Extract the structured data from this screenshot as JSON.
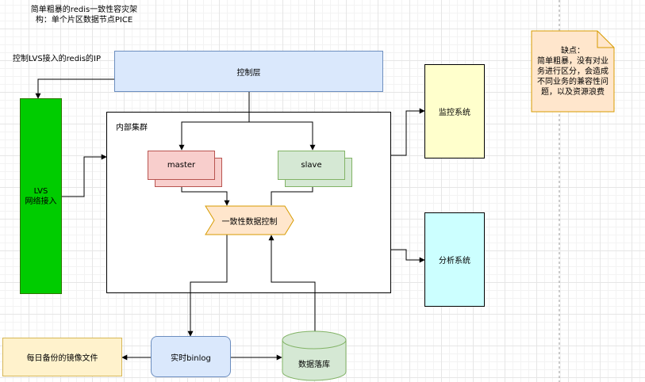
{
  "title": "简单粗暴的redis一致性容灾架\n构：单个片区数据节点PICE",
  "lvs_ip_label": "控制LVS接入的redis的IP",
  "nodes": {
    "control_layer": "控制层",
    "lvs": "LVS\n网络接入",
    "inner_cluster": "内部集群",
    "master": "master",
    "slave": "slave",
    "consistency_control": "一致性数据控制",
    "monitor": "监控系统",
    "analysis": "分析系统",
    "binlog": "实时binlog",
    "backup_file": "每日备份的镜像文件",
    "datastore": "数据落库"
  },
  "note": "缺点：\n简单粗暴，没有对业务进行区分，会造成不同业务的兼容性问题，以及资源浪费",
  "colors": {
    "control_fill": "#dae8fc",
    "control_stroke": "#6c8ebf",
    "lvs_fill": "#00cc00",
    "lvs_stroke": "#2d7600",
    "master_fill": "#f8cecc",
    "master_stroke": "#b85450",
    "slave_fill": "#d5e8d4",
    "slave_stroke": "#82b366",
    "consistency_fill": "#ffe6cc",
    "consistency_stroke": "#d79b00",
    "monitor_fill": "#ffffcc",
    "analysis_fill": "#ccffff",
    "binlog_fill": "#dae8fc",
    "backup_fill": "#fff2cc",
    "backup_stroke": "#d6b656",
    "datastore_fill": "#d5e8d4",
    "note_fill": "#ffe6cc",
    "note_stroke": "#d79b00"
  }
}
